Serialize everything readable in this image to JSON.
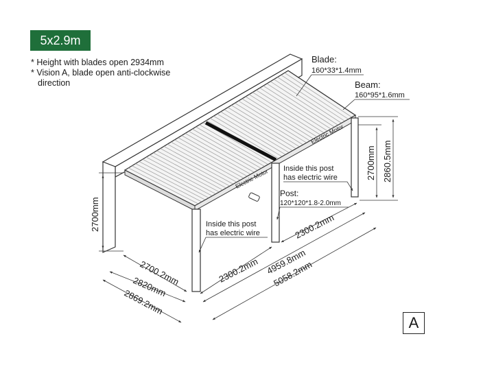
{
  "size_badge": "5x2.9m",
  "notes": [
    "* Height with blades open 2934mm",
    "* Vision A, blade open anti-clockwise",
    "direction"
  ],
  "blade": {
    "label": "Blade:",
    "spec": "160*33*1.4mm"
  },
  "beam": {
    "label": "Beam:",
    "spec": "160*95*1.6mm"
  },
  "post": {
    "label": "Post:",
    "spec": "120*120*1.8-2.0mm"
  },
  "motor_label": "Electric Motor",
  "post_wire_note": [
    "Inside this post",
    "has electric wire"
  ],
  "dimensions": {
    "wall_height": "2700mm",
    "right_height": "2700mm",
    "right_total_height": "2860.5mm",
    "depth_inner": "2700.2mm",
    "depth_mid": "2820mm",
    "depth_outer": "2869.2mm",
    "span_front": "2300.2mm",
    "span_back": "2300.2mm",
    "length_inner": "4959.8mm",
    "length_outer": "5058.2mm"
  },
  "vision": "A"
}
